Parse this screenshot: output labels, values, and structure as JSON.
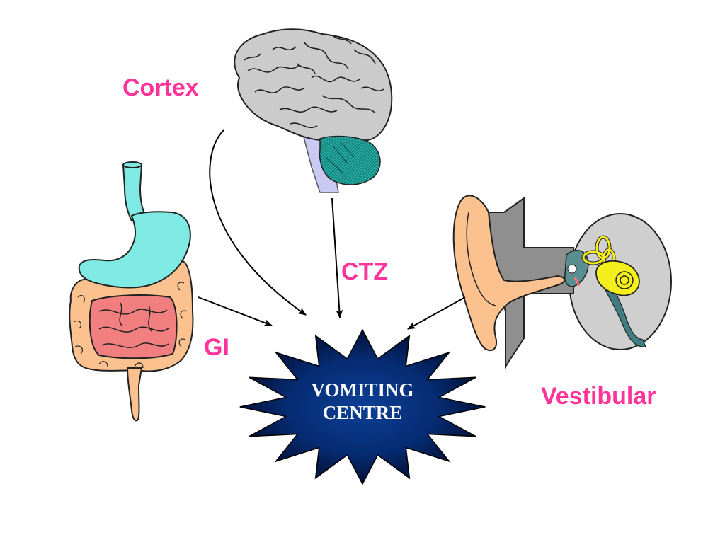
{
  "labels": {
    "cortex": "Cortex",
    "ctz": "CTZ",
    "gi": "GI",
    "vestibular": "Vestibular"
  },
  "center": {
    "line1": "VOMITING",
    "line2": "CENTRE"
  },
  "colors": {
    "label": "#ff3399",
    "arrow": "#000000",
    "star_core": "#0b3f95",
    "star_edge": "#000a2a",
    "brain": "#cbcbcb",
    "cerebellum": "#23a9a0",
    "brainstem": "#c9c9f4",
    "stomach": "#7fe9e3",
    "large_intestine": "#fbc28f",
    "small_intestine": "#f17f7f",
    "ear_skin": "#fbc28f",
    "ear_canal": "#8f8f8f",
    "inner_ear_bg": "#cfcfcf",
    "cochlea": "#f4ef1c",
    "vestibular_nerve": "#407c80"
  },
  "icons": [
    "brain-icon",
    "digestive-tract-icon",
    "ear-anatomy-icon",
    "starburst-icon"
  ]
}
